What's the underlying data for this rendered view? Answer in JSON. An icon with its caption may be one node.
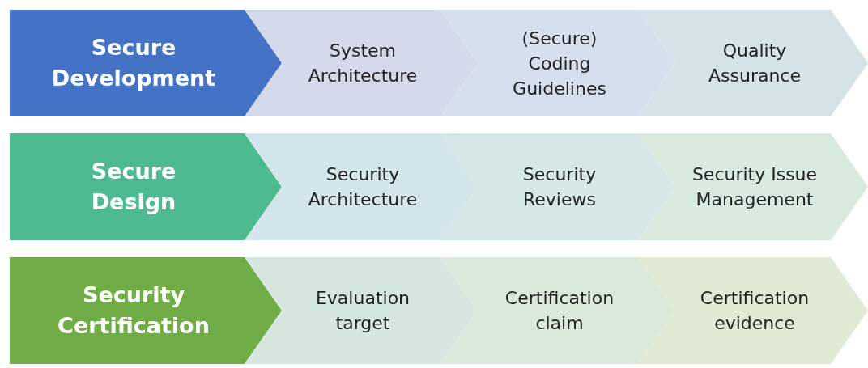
{
  "diagram": {
    "nodes": [
      {
        "text": [
          "Secure Development"
        ]
      },
      {
        "text": [
          "System Architecture"
        ]
      },
      {
        "text": [
          "(Secure) Coding Guidelines"
        ]
      },
      {
        "text": [
          "Quality Assurance"
        ]
      },
      {
        "text": [
          "Secure Design"
        ]
      },
      {
        "text": [
          "Security Architecture"
        ]
      },
      {
        "text": [
          "Security Reviews"
        ]
      },
      {
        "text": [
          "Security Issue Management"
        ]
      },
      {
        "text": [
          "Security Certification"
        ]
      },
      {
        "text": [
          "Evaluation target"
        ]
      },
      {
        "text": [
          "Certification claim"
        ]
      },
      {
        "text": [
          "Certification evidence"
        ]
      }
    ]
  }
}
